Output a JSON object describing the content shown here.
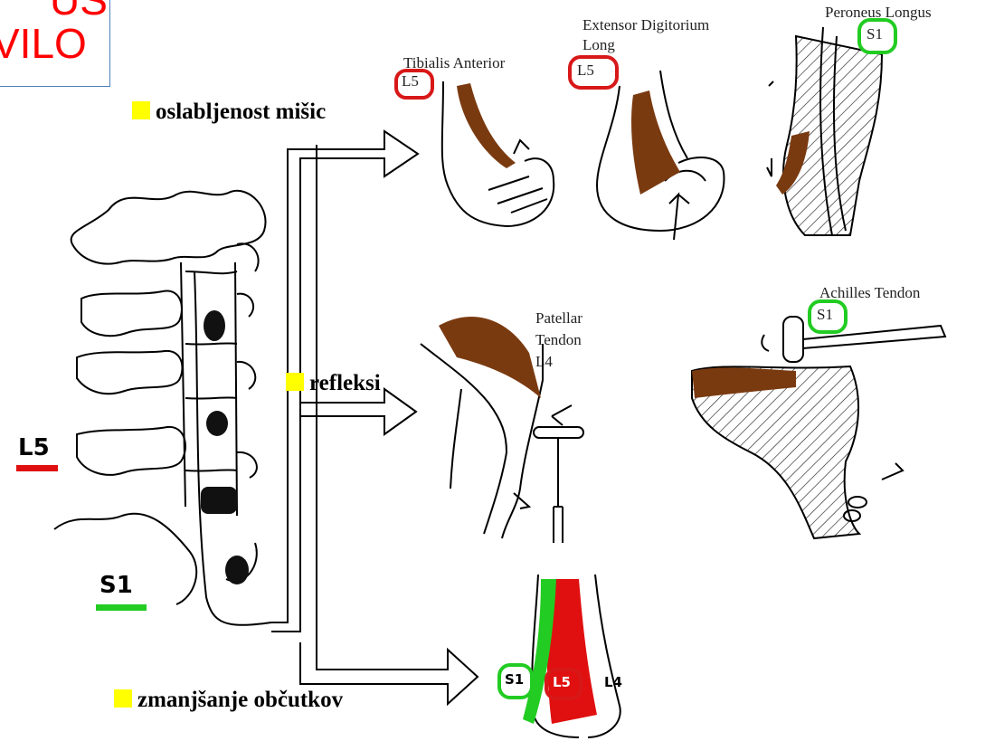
{
  "title": {
    "line1": "US",
    "line2": "VILO"
  },
  "categories": {
    "muscle": "oslabljenost mišic",
    "reflex": "refleksi",
    "sensation": "zmanjšanje občutkov"
  },
  "muscles": {
    "tibialis": {
      "name": "Tibialis Anterior",
      "root": "L5"
    },
    "extensor": {
      "name_line1": "Extensor Digitorium",
      "name_line2": "Long",
      "root": "L5"
    },
    "peroneus": {
      "name": "Peroneus Longus",
      "root": "S1"
    }
  },
  "reflexes": {
    "patellar": {
      "line1": "Patellar",
      "line2": "Tendon",
      "line3": "L4"
    },
    "achilles": {
      "name": "Achilles Tendon",
      "root": "S1"
    }
  },
  "spine_labels": {
    "l5": "L5",
    "s1": "S1"
  },
  "dermatomes": {
    "s1": "S1",
    "l5": "L5",
    "l4": "L4"
  },
  "colors": {
    "l5_mark": "#e01010",
    "s1_mark": "#22cc22",
    "muscle": "#7a3a10",
    "bullet": "#ffff00",
    "title_text": "#ff0000"
  }
}
